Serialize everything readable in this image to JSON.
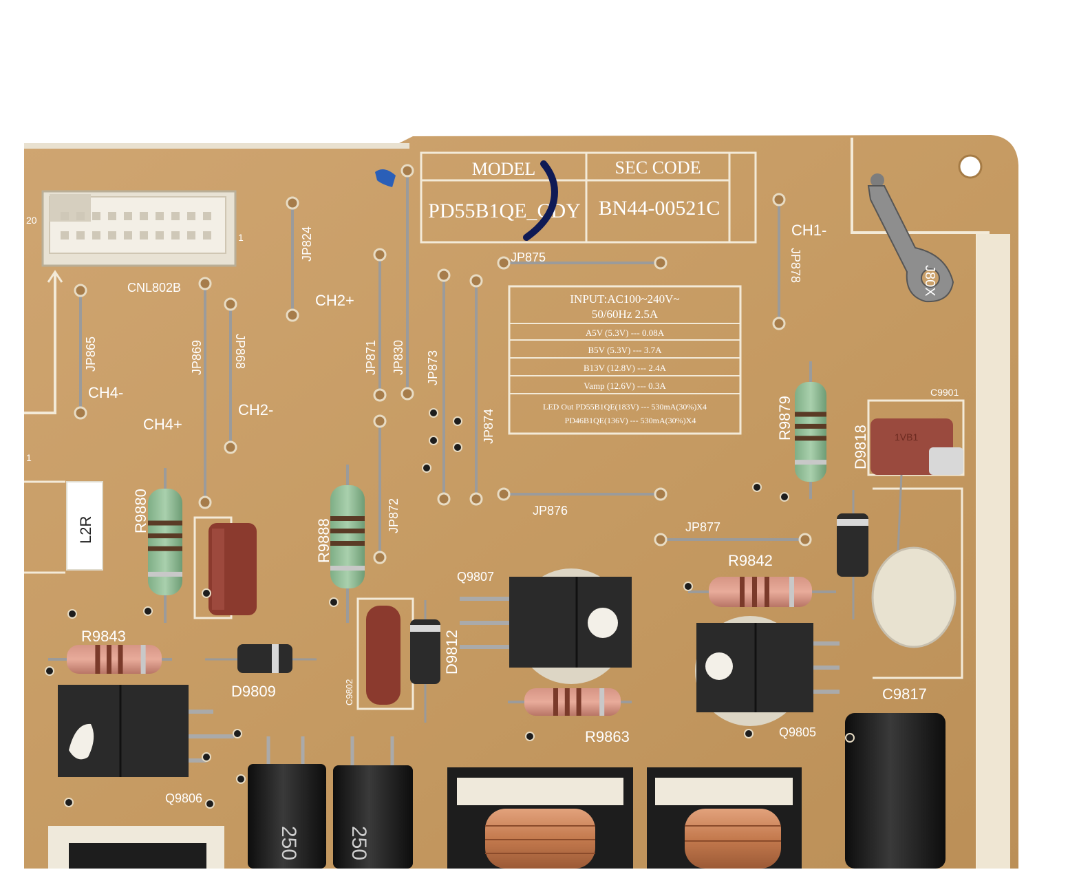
{
  "colors": {
    "board": "#c9a06a",
    "board_dark": "#b88c58",
    "silkscreen": "#f5f0e6",
    "capacitor_red": "#8b3a2e",
    "electrolytic": "#1a1a1a",
    "copper": "#c47a4e"
  },
  "spec_table": {
    "model_header": "MODEL",
    "sec_header": "SEC CODE",
    "model_value": "PD55B1QE_CDY",
    "sec_value": "BN44-00521C"
  },
  "input_box": {
    "line1": "INPUT:AC100~240V~",
    "line2": "50/60Hz 2.5A",
    "rows": [
      "A5V   (5.3V) --- 0.08A",
      "B5V   (5.3V) --- 3.7A",
      "B13V  (12.8V) --- 2.4A",
      "Vamp (12.6V) --- 0.3A"
    ],
    "led1": "LED Out PD55B1QE(183V) --- 530mA(30%)X4",
    "led2": "PD46B1QE(136V) --- 530mA(30%)X4"
  },
  "labels": {
    "jp824": "JP824",
    "jp875": "JP875",
    "jp878": "JP878",
    "jp865": "JP865",
    "jp869": "JP869",
    "jp868": "JP868",
    "jp871": "JP871",
    "jp830": "JP830",
    "jp873": "JP873",
    "jp874": "JP874",
    "jp872": "JP872",
    "jp876": "JP876",
    "jp877": "JP877",
    "cnl802b": "CNL802B",
    "conn_20": "20",
    "conn_1": "1",
    "pin_1": "1",
    "ch1m": "CH1-",
    "ch2p": "CH2+",
    "ch4m": "CH4-",
    "ch2m": "CH2-",
    "ch4p": "CH4+",
    "r9879": "R9879",
    "r9880": "R9880",
    "r9888": "R9888",
    "r9842": "R9842",
    "r9843": "R9843",
    "r9863": "R9863",
    "d9818": "D9818",
    "d9809": "D9809",
    "d9812": "D9812",
    "c9901": "C9901",
    "c9802": "C9802",
    "c9817": "C9817",
    "q9807": "Q9807",
    "q9805": "Q9805",
    "q9806": "Q9806",
    "l2r": "L2R",
    "cap_val": "250",
    "gnd_label": "J80X",
    "fuse_mark": "1VB1"
  }
}
